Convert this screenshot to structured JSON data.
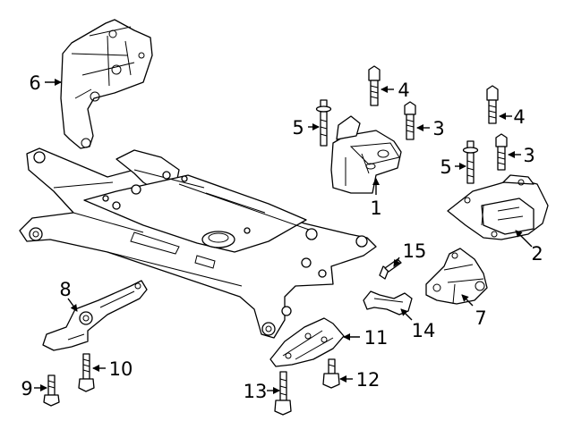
{
  "callouts": {
    "c1": "1",
    "c2": "2",
    "c3a": "3",
    "c3b": "3",
    "c4a": "4",
    "c4b": "4",
    "c5a": "5",
    "c5b": "5",
    "c6": "6",
    "c7": "7",
    "c8": "8",
    "c9": "9",
    "c10": "10",
    "c11": "11",
    "c12": "12",
    "c13": "13",
    "c14": "14",
    "c15": "15"
  },
  "colors": {
    "line": "#000000",
    "background": "#ffffff"
  }
}
